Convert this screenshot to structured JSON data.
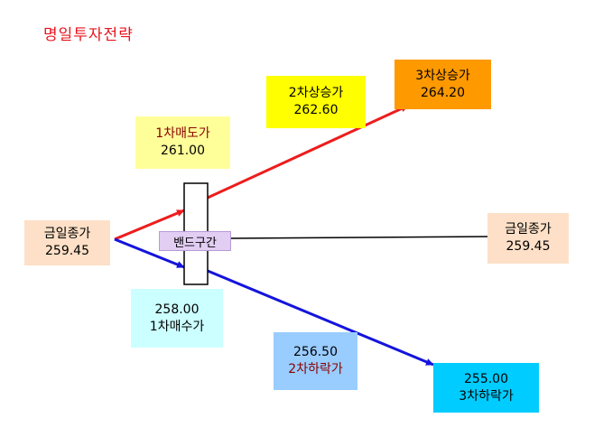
{
  "title": "명일투자전략",
  "today_close_left": {
    "label": "금일종가",
    "value": "259.45"
  },
  "today_close_right": {
    "label": "금일종가",
    "value": "259.45"
  },
  "sell1": {
    "label": "1차매도가",
    "value": "261.00"
  },
  "rise2": {
    "label": "2차상승가",
    "value": "262.60"
  },
  "rise3": {
    "label": "3차상승가",
    "value": "264.20"
  },
  "buy1": {
    "value": "258.00",
    "label": "1차매수가"
  },
  "fall2": {
    "value": "256.50",
    "label": "2차하락가"
  },
  "fall3": {
    "value": "255.00",
    "label": "3차하락가"
  },
  "band_label": "밴드구간",
  "colors": {
    "title": "#e8141e",
    "up_arrow": "#ee1c1c",
    "down_arrow": "#1414dd",
    "flat_line": "#000000",
    "close_box": "#fde0c7",
    "sell_box": "#ffff99",
    "rise2_box": "#ffff00",
    "rise3_box": "#ff9900",
    "buy_box": "#ccffff",
    "fall2_box": "#99ccff",
    "fall3_box": "#00ccff",
    "band_box": "#e2cdf3"
  }
}
